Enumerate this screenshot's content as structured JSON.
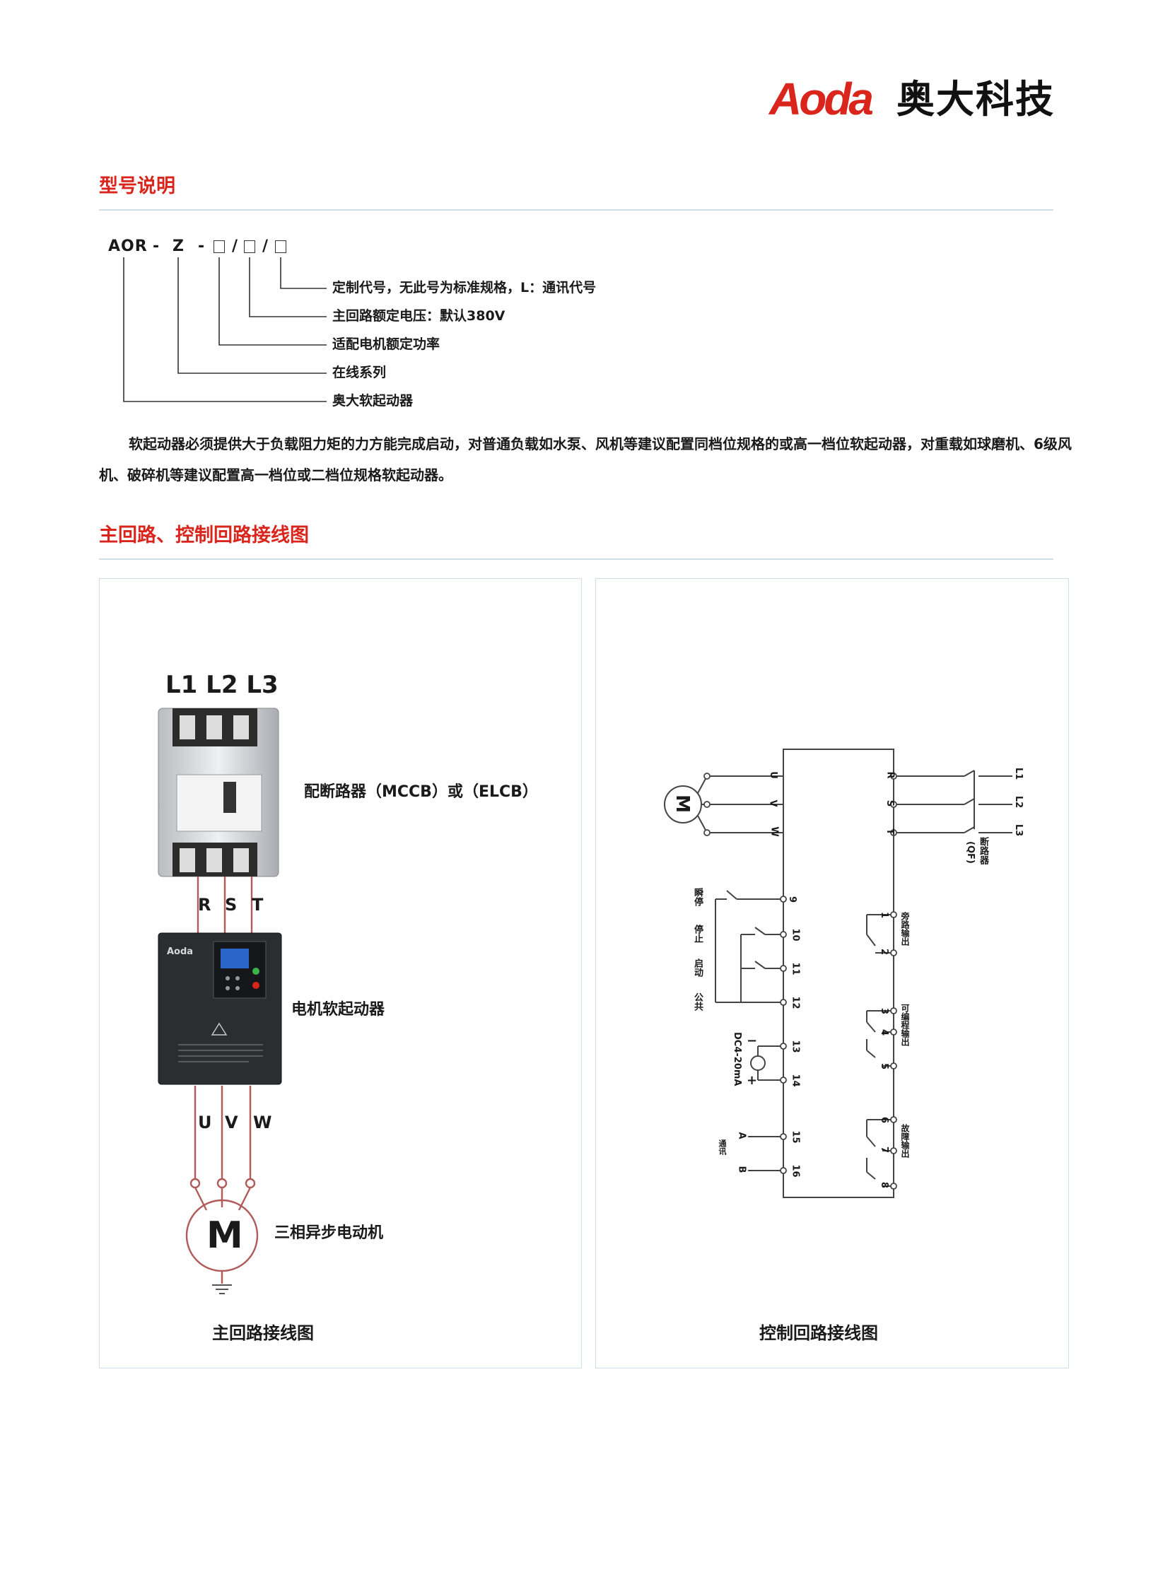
{
  "header": {
    "logo_latin": "Aoda",
    "logo_cn": "奥大科技"
  },
  "sections": {
    "model": "型号说明",
    "wiring": "主回路、控制回路接线图"
  },
  "model_code": {
    "prefix": "AOR",
    "dash1": "-",
    "series": "Z",
    "dash2": "-",
    "slash1": "/",
    "slash2": "/",
    "descriptions": [
      "定制代号，无此号为标准规格，L：通讯代号",
      "主回路额定电压：默认380V",
      "适配电机额定功率",
      "在线系列",
      "奥大软起动器"
    ]
  },
  "paragraph": "软起动器必须提供大于负载阻力矩的力方能完成启动，对普通负载如水泵、风机等建议配置同档位规格的或高一档位软起动器，对重载如球磨机、6级风机、破碎机等建议配置高一档位或二档位规格软起动器。",
  "main_circuit": {
    "input_labels": "L1 L2 L3",
    "breaker_label": "配断路器（MCCB）或（ELCB）",
    "rst": [
      "R",
      "S",
      "T"
    ],
    "starter_brand": "Aoda",
    "starter_label": "电机软起动器",
    "uvw": [
      "U",
      "V",
      "W"
    ],
    "motor_symbol": "M",
    "motor_label": "三相异步电动机",
    "caption": "主回路接线图"
  },
  "control_circuit": {
    "caption": "控制回路接线图",
    "left_terminals": [
      "U",
      "V",
      "W"
    ],
    "right_terminals": [
      "R",
      "S",
      "T"
    ],
    "lines": [
      "L1",
      "L2",
      "L3"
    ],
    "breaker": "断路器",
    "breaker_code": "(QF)",
    "motor_symbol": "M",
    "ctrl_terminals": [
      "9",
      "10",
      "11",
      "12",
      "13",
      "14",
      "15",
      "16"
    ],
    "ctrl_labels": [
      "瞬停",
      "停止",
      "启动",
      "公共"
    ],
    "analog": "DC4-20mA",
    "minus": "−",
    "plus": "+",
    "comm_a": "A",
    "comm_b": "B",
    "comm_label": "通讯",
    "relay_terminals": [
      "1",
      "2",
      "3",
      "4",
      "5",
      "6",
      "7",
      "8"
    ],
    "relay_labels": [
      "旁路输出",
      "可编程输出",
      "故障输出"
    ]
  },
  "colors": {
    "accent": "#d9251c",
    "rule": "#cfe0e8",
    "wire": "#b05a5a"
  }
}
